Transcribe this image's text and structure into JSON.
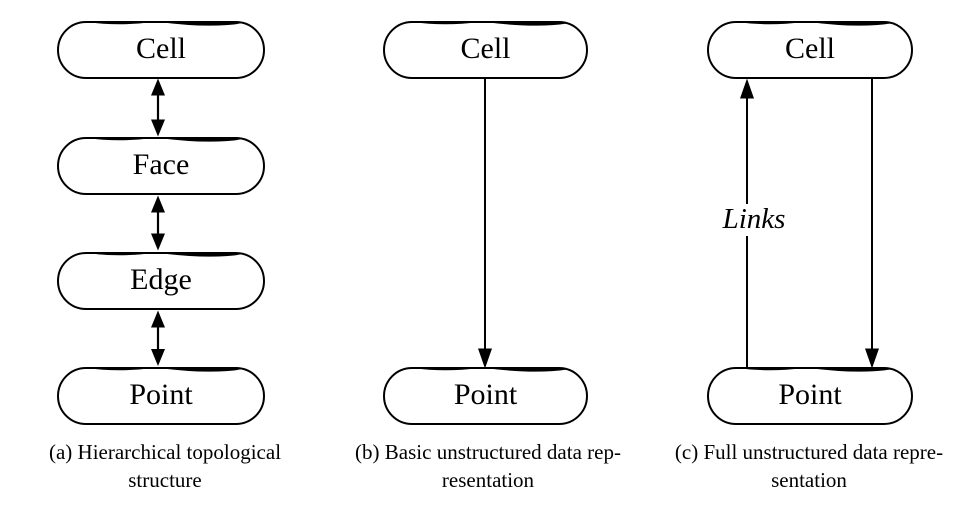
{
  "colors": {
    "ink": "#000000",
    "paper": "#ffffff"
  },
  "panels": {
    "a": {
      "nodes": [
        "Cell",
        "Face",
        "Edge",
        "Point"
      ],
      "caption": [
        "(a) Hierarchical topological",
        "structure"
      ],
      "connector_type": "double-headed arrows between adjacent levels"
    },
    "b": {
      "nodes": [
        "Cell",
        "Point"
      ],
      "caption": [
        "(b) Basic unstructured data rep-",
        "resentation"
      ],
      "connector_type": "single downward arrow from Cell to Point"
    },
    "c": {
      "nodes": [
        "Cell",
        "Point"
      ],
      "caption": [
        "(c) Full unstructured data repre-",
        "sentation"
      ],
      "edge_label": "Links",
      "connector_type": "upward arrow Point-to-Cell and downward arrow Cell-to-Point"
    }
  }
}
